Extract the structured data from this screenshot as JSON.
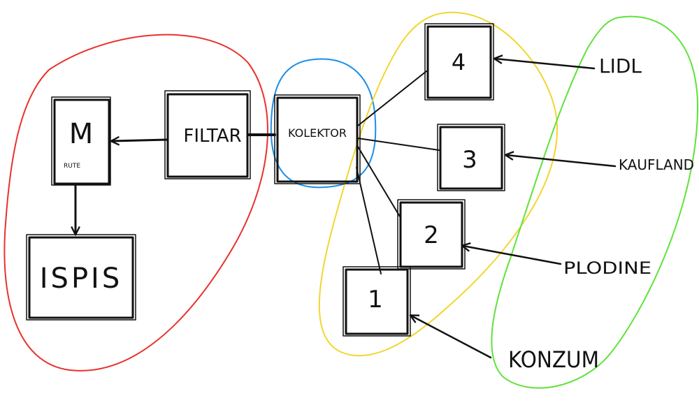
{
  "groups": [
    {
      "id": "output",
      "color": "#e8322e"
    },
    {
      "id": "collector",
      "color": "#1a8fe8"
    },
    {
      "id": "stores",
      "color": "#f2d630"
    },
    {
      "id": "sources",
      "color": "#5fe23a"
    }
  ],
  "nodes": {
    "m": {
      "label": "M",
      "sublabel": "RUTE"
    },
    "ispis": {
      "label": "ISPIS"
    },
    "filtar": {
      "label": "FILTAR"
    },
    "kolektor": {
      "label": "KOLEKTOR"
    },
    "box4": {
      "label": "4"
    },
    "box3": {
      "label": "3"
    },
    "box2": {
      "label": "2"
    },
    "box1": {
      "label": "1"
    }
  },
  "sources": {
    "lidl": "LIDL",
    "kaufland": "KAUFLAND",
    "plodine": "PLODINE",
    "konzum": "KONZUM"
  }
}
